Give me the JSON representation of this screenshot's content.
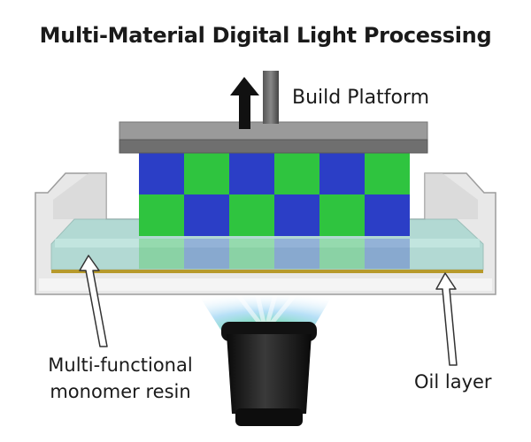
{
  "title": "Multi-Material Digital Light Processing",
  "labels": {
    "build_platform": "Build Platform",
    "resin_line1": "Multi-functional",
    "resin_line2": "monomer resin",
    "oil_layer": "Oil layer"
  },
  "printed_part": {
    "rows": 2,
    "cols": 6,
    "pattern": [
      [
        "blue",
        "green",
        "blue",
        "green",
        "blue",
        "green"
      ],
      [
        "green",
        "blue",
        "green",
        "blue",
        "green",
        "blue"
      ]
    ]
  },
  "colors": {
    "blue": "#2b3ec6",
    "green": "#2fc43f",
    "platform": "#9a9a9a",
    "vat": "#e6e6e6",
    "resin": "#a9d7d0",
    "oil": "#b79a2c",
    "projector": "#1a1a1a"
  }
}
